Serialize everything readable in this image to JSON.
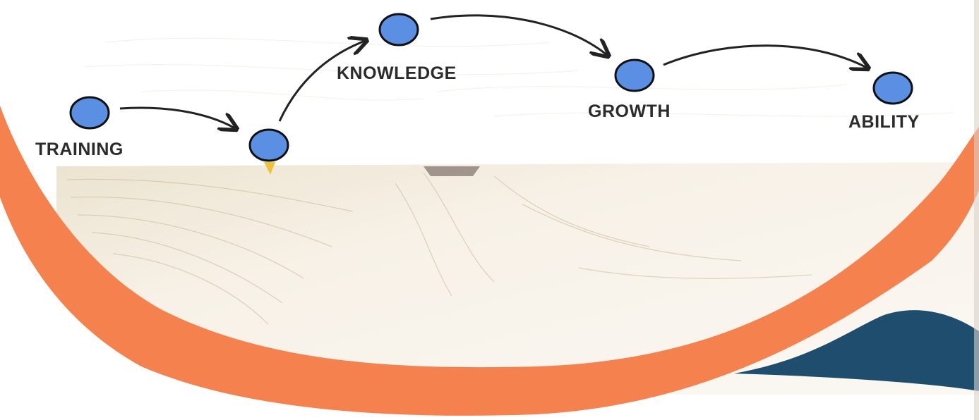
{
  "diagram": {
    "steps": [
      {
        "id": "training",
        "label": "TRAINING"
      },
      {
        "id": "knowledge",
        "label": "KNOWLEDGE"
      },
      {
        "id": "growth",
        "label": "GROWTH"
      },
      {
        "id": "ability",
        "label": "ABILITY"
      }
    ],
    "colors": {
      "node_fill": "#5b8fe3",
      "node_stroke": "#111111",
      "arrow": "#222222",
      "curve_band": "#f5824e",
      "dark_wedge": "#1e4d6e",
      "wood_light": "#f6efe4",
      "wood_grain": "#d8c7ae"
    }
  }
}
